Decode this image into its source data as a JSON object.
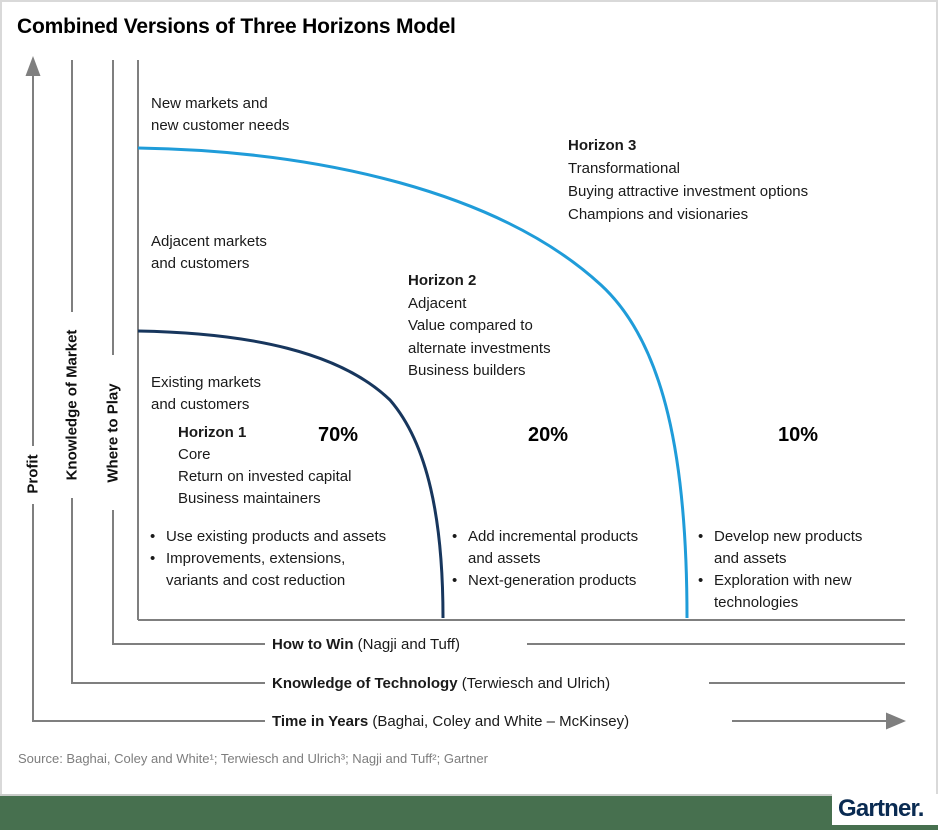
{
  "title": "Combined Versions of Three Horizons Model",
  "colors": {
    "horizon3_curve": "#1f9cd9",
    "horizon1_curve": "#17365d",
    "axis_gray": "#7f7f7f",
    "footer_green": "#47704f",
    "logo_navy": "#0a2b52",
    "source_gray": "#7d7d7d"
  },
  "y_axes": [
    {
      "label": "Profit"
    },
    {
      "label": "Knowledge of Market"
    },
    {
      "label": "Where to Play"
    }
  ],
  "x_axes": [
    {
      "bold": "How to Win",
      "rest": " (Nagji and Tuff)"
    },
    {
      "bold": "Knowledge of Technology",
      "rest": " (Terwiesch and Ulrich)"
    },
    {
      "bold": "Time in Years",
      "rest": " (Baghai, Coley and White – McKinsey)"
    }
  ],
  "regions": {
    "new_markets": {
      "line1": "New markets and",
      "line2": "new customer needs"
    },
    "adjacent_markets": {
      "line1": "Adjacent markets",
      "line2": "and customers"
    },
    "existing_markets": {
      "line1": "Existing markets",
      "line2": "and customers"
    },
    "horizon3": {
      "title": "Horizon 3",
      "lines": [
        "Transformational",
        "Buying attractive investment options",
        "Champions and visionaries"
      ]
    },
    "horizon2": {
      "title": "Horizon 2",
      "lines": [
        "Adjacent",
        "Value compared to",
        "alternate investments",
        "Business builders"
      ]
    },
    "horizon1": {
      "title": "Horizon 1",
      "lines": [
        "Core",
        "Return on invested capital",
        "Business maintainers"
      ],
      "pct": "70%"
    },
    "horizon2_pct": "20%",
    "horizon3_pct": "10%"
  },
  "bullets": {
    "col1": [
      "Use existing products and assets",
      "Improvements, extensions,",
      "variants and cost reduction"
    ],
    "col2": [
      "Add incremental products",
      "and assets",
      "Next-generation products"
    ],
    "col3": [
      "Develop new products",
      "and assets",
      "Exploration with new",
      "technologies"
    ]
  },
  "source": "Source: Baghai, Coley and White¹; Terwiesch and Ulrich³; Nagji and Tuff²; Gartner",
  "logo": "Gartner."
}
